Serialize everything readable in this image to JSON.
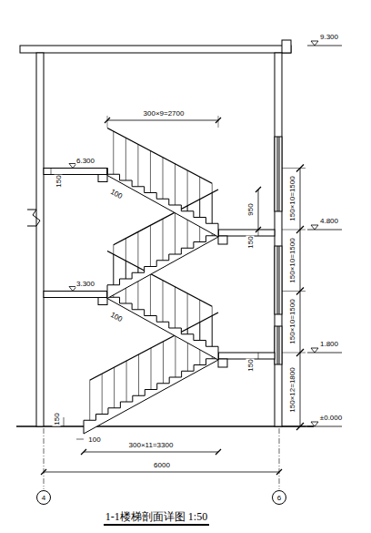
{
  "diagram": {
    "title": "1-1楼梯剖面详图 1:50",
    "nodes": [
      {
        "text": [
          "4"
        ]
      },
      {
        "text": [
          "6"
        ]
      }
    ],
    "labels": [
      "9.300",
      "300×9=2700",
      "6.300",
      "150",
      "100",
      "950",
      "150",
      "4.800",
      "150×10=1500",
      "150×10=1500",
      "3.300",
      "150×10=1500",
      "100",
      "150",
      "1.800",
      "150×12=1800",
      "±0.000",
      "150",
      "100",
      "300×11=3300",
      "6000"
    ]
  }
}
